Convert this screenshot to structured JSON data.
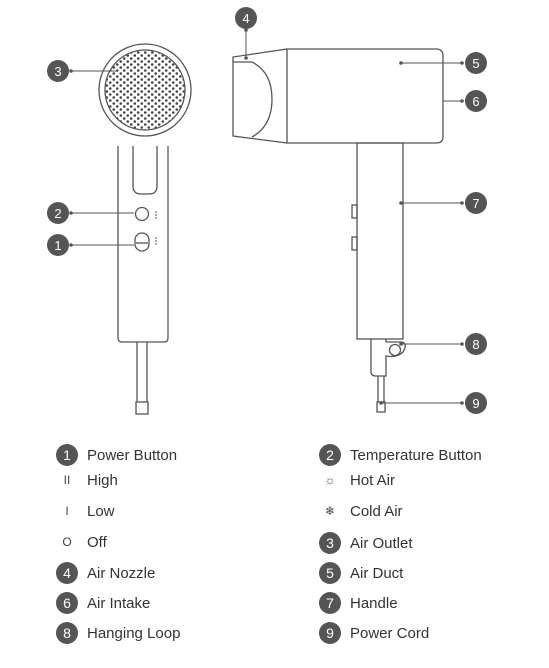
{
  "callouts": [
    "1",
    "2",
    "3",
    "4",
    "5",
    "6",
    "7",
    "8",
    "9"
  ],
  "legend": {
    "power_button": {
      "num": "1",
      "label": "Power Button"
    },
    "high": {
      "symbol": "II",
      "label": "High"
    },
    "low": {
      "symbol": "I",
      "label": "Low"
    },
    "off": {
      "symbol": "O",
      "label": "Off"
    },
    "air_nozzle": {
      "num": "4",
      "label": "Air Nozzle"
    },
    "air_intake": {
      "num": "6",
      "label": "Air Intake"
    },
    "hanging_loop": {
      "num": "8",
      "label": "Hanging Loop"
    },
    "temperature_button": {
      "num": "2",
      "label": "Temperature Button"
    },
    "hot_air": {
      "symbol": "☼",
      "label": "Hot Air"
    },
    "cold_air": {
      "symbol": "❄",
      "label": "Cold Air"
    },
    "air_outlet": {
      "num": "3",
      "label": "Air Outlet"
    },
    "air_duct": {
      "num": "5",
      "label": "Air Duct"
    },
    "handle": {
      "num": "7",
      "label": "Handle"
    },
    "power_cord": {
      "num": "9",
      "label": "Power Cord"
    }
  },
  "colors": {
    "line": "#555555",
    "badge": "#555555",
    "badge_text": "#ffffff",
    "text": "#333333"
  }
}
